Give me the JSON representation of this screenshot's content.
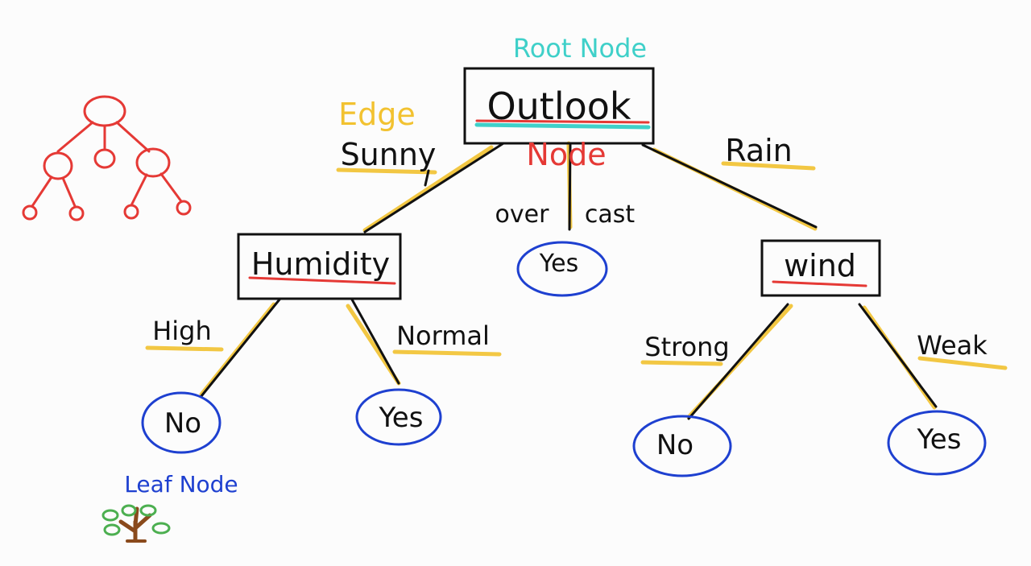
{
  "annotations": {
    "root_node": "Root Node",
    "edge": "Edge",
    "node": "Node",
    "leaf_node": "Leaf Node"
  },
  "nodes": {
    "outlook": "Outlook",
    "humidity": "Humidity",
    "wind": "wind"
  },
  "edges": {
    "sunny": "Sunny",
    "overcast_left": "over",
    "overcast_right": "cast",
    "rain": "Rain",
    "high": "High",
    "normal": "Normal",
    "strong": "Strong",
    "weak": "Weak"
  },
  "leaves": {
    "overcast_leaf": "Yes",
    "high_leaf": "No",
    "normal_leaf": "Yes",
    "strong_leaf": "No",
    "weak_leaf": "Yes"
  },
  "colors": {
    "ink": "#111111",
    "highlight": "#f2c230",
    "red": "#e53935",
    "teal": "#3fd0c9",
    "blue": "#1e40d0",
    "leaf_green": "#4caf50",
    "trunk_brown": "#8a4a1c"
  }
}
